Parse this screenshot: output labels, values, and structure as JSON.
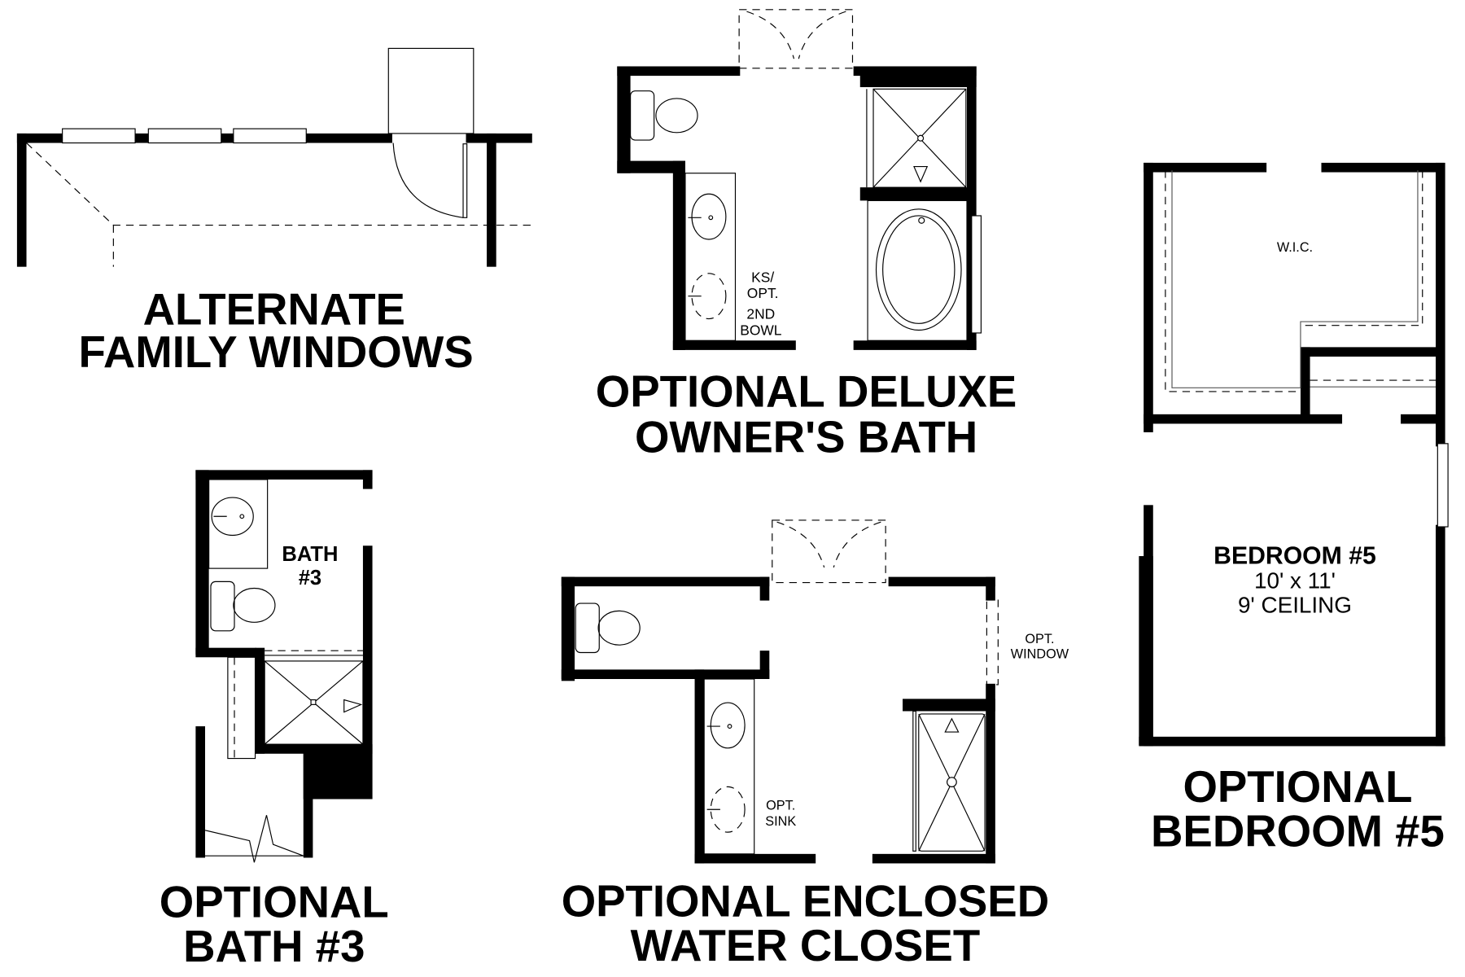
{
  "plans": {
    "alternate_family_windows": {
      "title_line1": "ALTERNATE",
      "title_line2": "FAMILY WINDOWS"
    },
    "optional_deluxe_owners_bath": {
      "title_line1": "OPTIONAL DELUXE",
      "title_line2": "OWNER'S BATH",
      "note_line1": "KS/",
      "note_line2": "OPT.",
      "note_line3": "2ND",
      "note_line4": "BOWL"
    },
    "optional_bedroom_5": {
      "title_line1": "OPTIONAL",
      "title_line2": "BEDROOM #5",
      "closet_label": "W.I.C.",
      "room_name": "BEDROOM #5",
      "room_size": "10' x 11'",
      "room_ceiling": "9' CEILING"
    },
    "optional_bath_3": {
      "title_line1": "OPTIONAL",
      "title_line2": "BATH #3",
      "room_name_line1": "BATH",
      "room_name_line2": "#3"
    },
    "optional_enclosed_water_closet": {
      "title_line1": "OPTIONAL ENCLOSED",
      "title_line2": "WATER CLOSET",
      "window_note_line1": "OPT.",
      "window_note_line2": "WINDOW",
      "sink_note_line1": "OPT.",
      "sink_note_line2": "SINK"
    }
  },
  "colors": {
    "wall": "#000000",
    "background": "#ffffff"
  }
}
